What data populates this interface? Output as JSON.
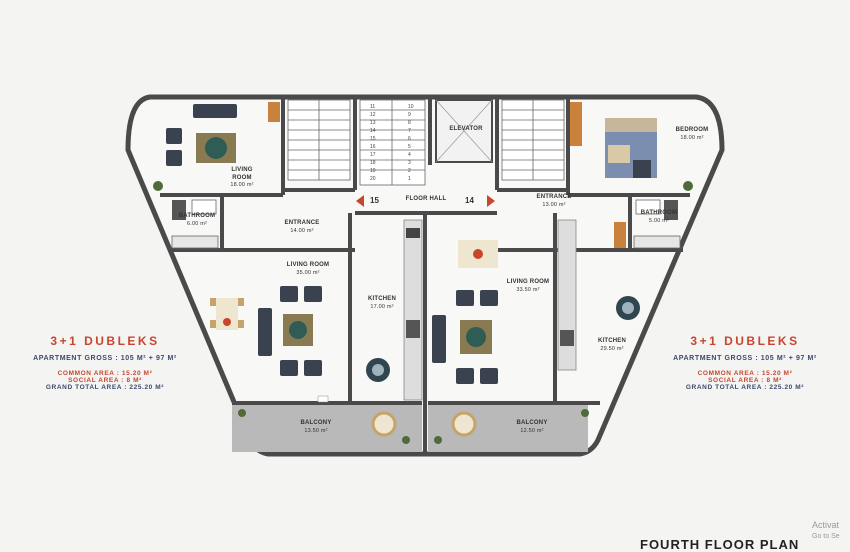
{
  "rooms": {
    "living_left": {
      "name": "LIVING ROOM",
      "area": "18.00 m²"
    },
    "entrance_left": {
      "name": "ENTRANCE",
      "area": "14.00 m²"
    },
    "bathroom_left": {
      "name": "BATHROOM",
      "area": "6.00 m²"
    },
    "living_mid_left": {
      "name": "LIVING ROOM",
      "area": "35.00 m²"
    },
    "kitchen_mid": {
      "name": "KITCHEN",
      "area": "17.00 m²"
    },
    "balcony_left": {
      "name": "BALCONY",
      "area": "13.50 m²"
    },
    "elevator": {
      "name": "ELEVATOR"
    },
    "floor_hall": {
      "name": "FLOOR HALL"
    },
    "living_mid_right": {
      "name": "LIVING ROOM",
      "area": "33.50 m²"
    },
    "balcony_right": {
      "name": "BALCONY",
      "area": "12.50 m²"
    },
    "bedroom_right": {
      "name": "BEDROOM",
      "area": "18.00 m²"
    },
    "entrance_right": {
      "name": "ENTRANCE",
      "area": "13.00 m²"
    },
    "bathroom_right": {
      "name": "BATHROOM",
      "area": "5.00 m²"
    },
    "kitchen_right": {
      "name": "KITCHEN",
      "area": "29.50 m²"
    }
  },
  "hall_numbers": {
    "left": "15",
    "right": "14"
  },
  "left_panel": {
    "title": "3+1 DUBLEKS",
    "gross": "APARTMENT GROSS : 105 M² + 97 M²",
    "common": "COMMON AREA : 15.20 M²",
    "social": "SOCIAL AREA : 8 M²",
    "total": "GRAND TOTAL AREA : 225.20 M²"
  },
  "right_panel": {
    "title": "3+1 DUBLEKS",
    "gross": "APARTMENT GROSS : 105 M² + 97 M²",
    "common": "COMMON AREA : 15.20 M²",
    "social": "SOCIAL AREA : 8 M²",
    "total": "GRAND TOTAL AREA : 225.20 M²"
  },
  "footer_title": "FOURTH FLOOR PLAN",
  "watermark": {
    "line1": "Activat",
    "line2": "Go to Se"
  },
  "stair_numbers": {
    "left_col_a": [
      "11",
      "12",
      "13",
      "14",
      "15",
      "16",
      "17",
      "18",
      "19",
      "20"
    ],
    "left_col_b": [
      "10",
      "9",
      "8",
      "7",
      "6",
      "5",
      "4",
      "3",
      "2",
      "1"
    ]
  },
  "colors": {
    "accent_red": "#c8452e",
    "navy": "#3b4a6b",
    "wall": "#4a4a4a",
    "balcony": "#b9b9b9",
    "floor": "#f7f7f6"
  }
}
